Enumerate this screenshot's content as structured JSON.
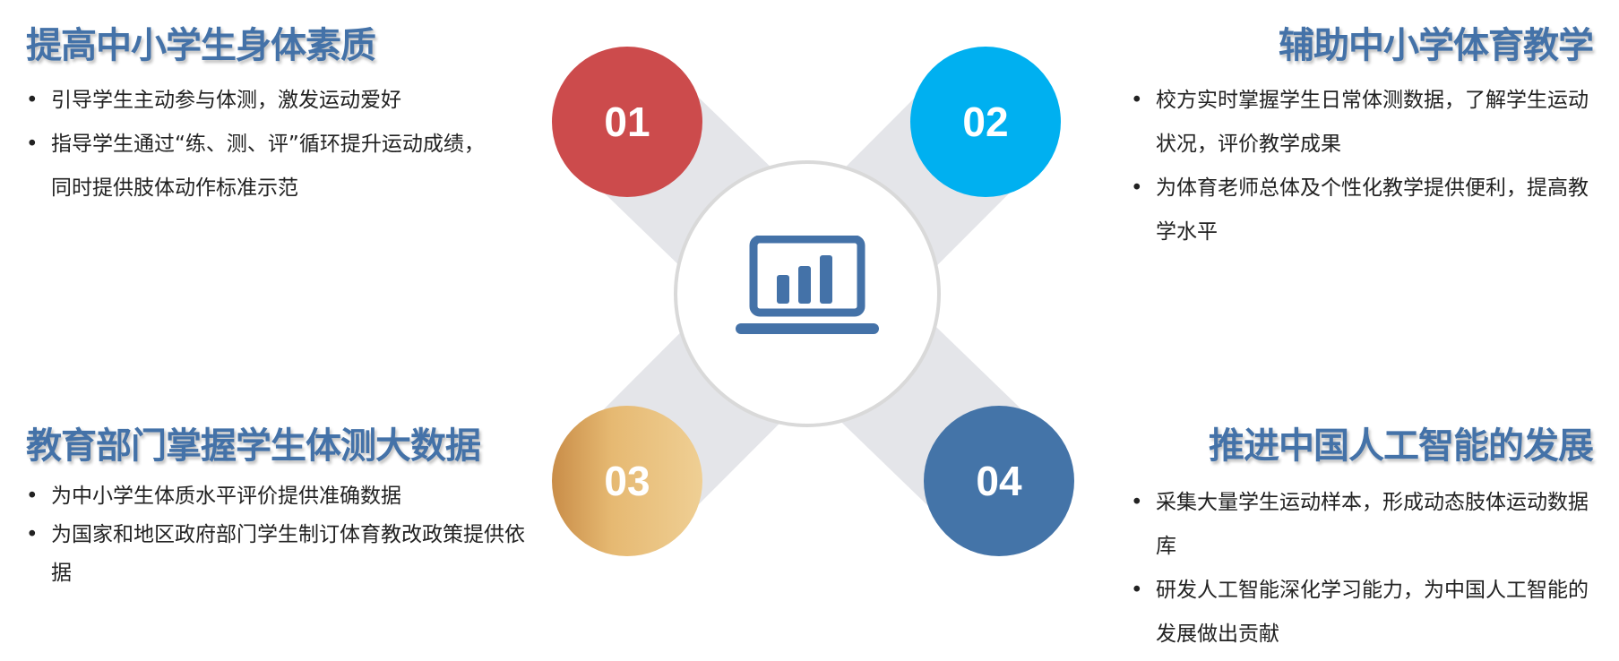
{
  "sections": [
    {
      "number": "01",
      "title": "提高中小学生身体素质",
      "bullets": [
        "引导学生主动参与体测，激发运动爱好",
        "指导学生通过“练、测、评”循环提升运动成绩，同时提供肢体动作标准示范"
      ],
      "color": "#cc4b4c"
    },
    {
      "number": "02",
      "title": "辅助中小学体育教学",
      "bullets": [
        "校方实时掌握学生日常体测数据，了解学生运动状况，评价教学成果",
        "为体育老师总体及个性化教学提供便利，提高教学水平"
      ],
      "color": "#00b0f0"
    },
    {
      "number": "03",
      "title": "教育部门掌握学生体测大数据",
      "bullets": [
        "为中小学生体质水平评价提供准确数据",
        "为国家和地区政府部门学生制订体育教改政策提供依据"
      ],
      "color": "#e8c07d"
    },
    {
      "number": "04",
      "title": "推进中国人工智能的发展",
      "bullets": [
        "采集大量学生运动样本，形成动态肢体运动数据库",
        "研发人工智能深化学习能力，为中国人工智能的发展做出贡献"
      ],
      "color": "#4474a8"
    }
  ],
  "center_icon": "laptop-chart-icon"
}
